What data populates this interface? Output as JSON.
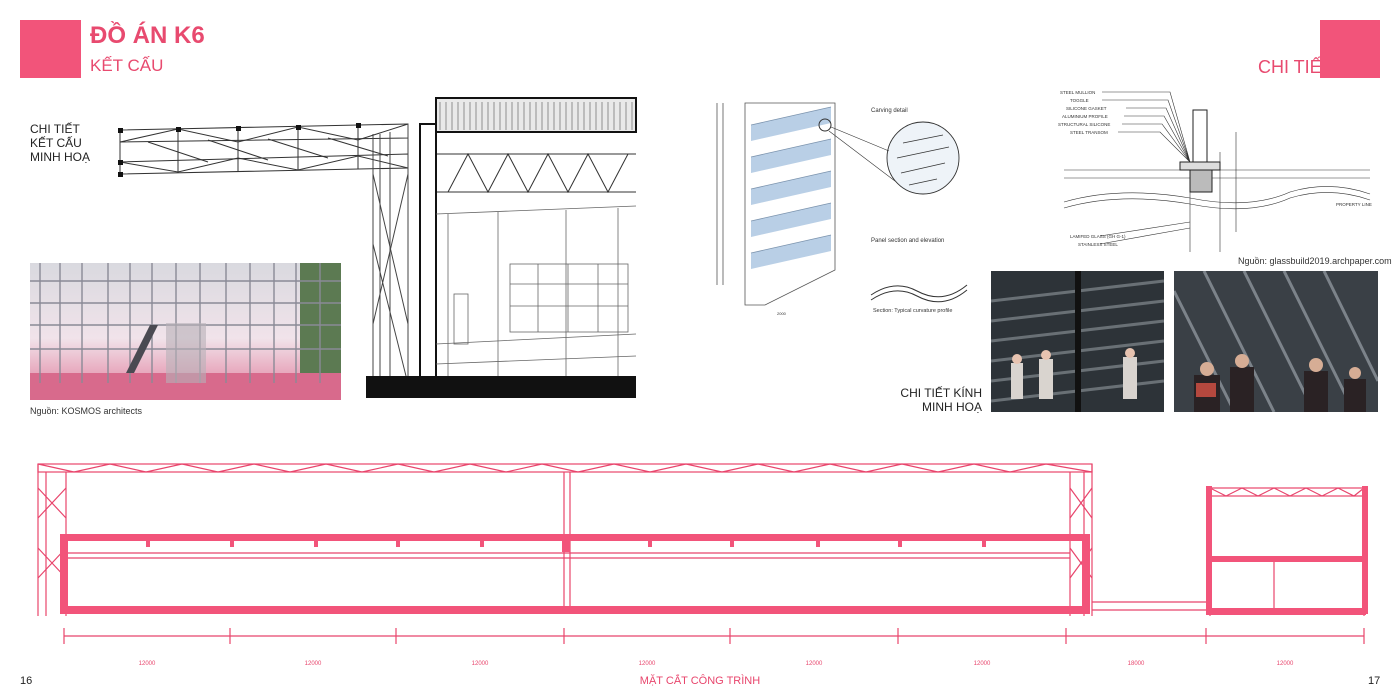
{
  "header": {
    "title": "ĐỒ ÁN K6",
    "subtitle": "KẾT CẤU",
    "right_label": "CHI TIẾT"
  },
  "left_panel": {
    "caption_lines": [
      "CHI TIẾT",
      "KẾT CẤU",
      "MINH HOẠ"
    ],
    "source": "Nguồn: KOSMOS architects"
  },
  "glass_drawing": {
    "labels": {
      "carving": "Carving detail",
      "panel": "Panel section and elevation",
      "curvature": "Section: Typical curvature profile",
      "dim_bottom": "2000"
    }
  },
  "mullion_detail": {
    "labels": [
      "STEEL MULLION",
      "TOGGLE",
      "SILICONE GASKET",
      "ALUMINIUM PROFILE",
      "STRUCTURAL SILICONE",
      "STEEL TRANSOM"
    ],
    "labels_bottom": [
      "LAMIFED GLASS (GH G-1)",
      "STAINLESS STEEL"
    ],
    "property_line": "PROPERTY LINE"
  },
  "right_panel": {
    "source": "Nguồn: glassbuild2019.archpaper.com",
    "caption_lines": [
      "CHI TIẾT KÍNH",
      "MINH HOẠ"
    ]
  },
  "section": {
    "dimensions": [
      "12000",
      "12000",
      "12000",
      "12000",
      "12000",
      "12000",
      "18000",
      "12000"
    ],
    "title": "MẶT CẮT CÔNG TRÌNH"
  },
  "footer": {
    "page_left": "16",
    "page_right": "17"
  },
  "colors": {
    "accent": "#f2547a",
    "line": "#e8456c"
  }
}
